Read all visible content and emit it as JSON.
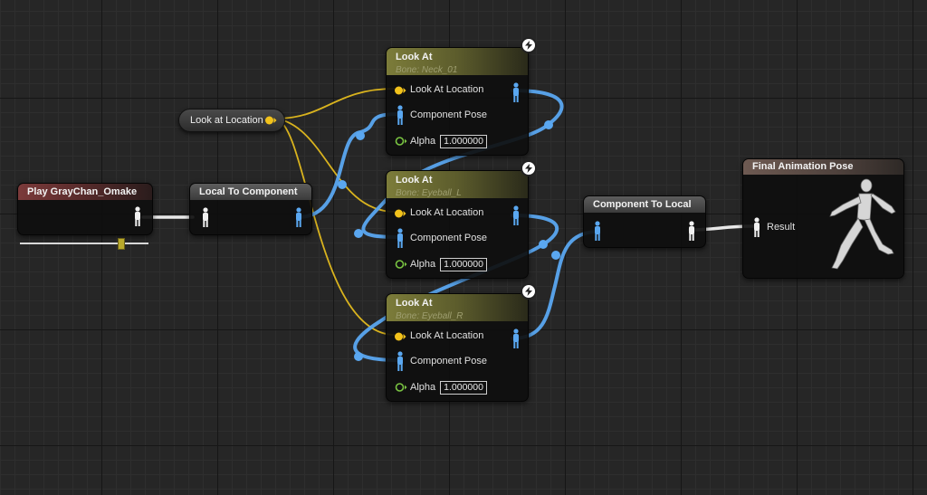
{
  "nodes": {
    "play": {
      "title": "Play GrayChan_Omake"
    },
    "local_to_component": {
      "title": "Local To Component"
    },
    "look_at_location_var": {
      "label": "Look at Location"
    },
    "look_at_1": {
      "title": "Look At",
      "bone": "Bone: Neck_01",
      "pin_location": "Look At Location",
      "pin_pose": "Component Pose",
      "pin_alpha": "Alpha",
      "alpha_value": "1.000000"
    },
    "look_at_2": {
      "title": "Look At",
      "bone": "Bone: Eyeball_L",
      "pin_location": "Look At Location",
      "pin_pose": "Component Pose",
      "pin_alpha": "Alpha",
      "alpha_value": "1.000000"
    },
    "look_at_3": {
      "title": "Look At",
      "bone": "Bone: Eyeball_R",
      "pin_location": "Look At Location",
      "pin_pose": "Component Pose",
      "pin_alpha": "Alpha",
      "alpha_value": "1.000000"
    },
    "component_to_local": {
      "title": "Component To Local"
    },
    "final_pose": {
      "title": "Final Animation Pose",
      "pin_result": "Result"
    }
  },
  "colors": {
    "pose_wire": "#5aa7f0",
    "vector_wire": "#d9b31e",
    "exec_wire": "#e8e8e8",
    "alpha_pin": "#7ac542"
  },
  "icons": {
    "pose_pin": "person-icon",
    "fast_path": "lightning-bolt-icon",
    "preview": "running-mannequin-icon"
  }
}
